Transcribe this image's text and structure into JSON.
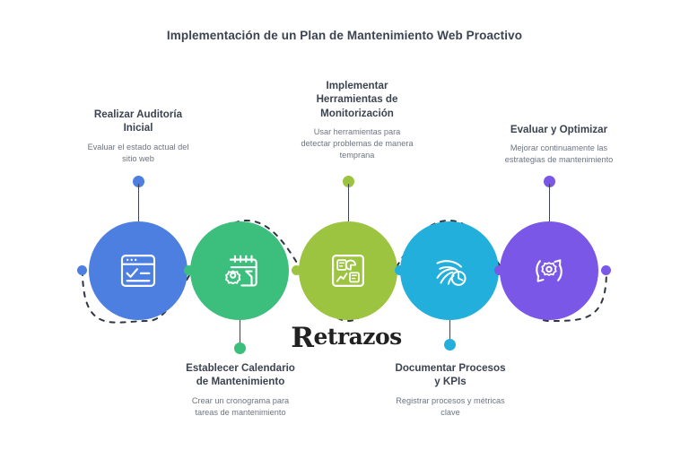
{
  "title": "Implementación de un Plan de Mantenimiento Web Proactivo",
  "watermark": {
    "initial": "R",
    "rest": "etrazos"
  },
  "colors": {
    "blue": "#4C7FE0",
    "green": "#3CBF7D",
    "olive": "#9DC440",
    "cyan": "#23AFDC",
    "purple": "#7B57E8",
    "title_text": "#3c4350",
    "heading_text": "#3c4350",
    "body_text": "#6d7482",
    "stem": "#3f4550",
    "dash": "#2f3542",
    "background": "#ffffff"
  },
  "steps": [
    {
      "index": 1,
      "heading": "Realizar Auditoría\nInicial",
      "description": "Evaluar el estado actual del\nsitio web",
      "color": "#4C7FE0",
      "icon": "browser-checklist-icon",
      "label_position": "above"
    },
    {
      "index": 2,
      "heading": "Establecer Calendario\nde Mantenimiento",
      "description": "Crear un cronograma para\ntareas de mantenimiento",
      "color": "#3CBF7D",
      "icon": "calendar-gear-icon",
      "label_position": "below"
    },
    {
      "index": 3,
      "heading": "Implementar\nHerramientas de\nMonitorización",
      "description": "Usar herramientas para\ndetectar problemas de manera\ntemprana",
      "color": "#9DC440",
      "icon": "dashboard-analytics-icon",
      "label_position": "above"
    },
    {
      "index": 4,
      "heading": "Documentar Procesos\ny KPIs",
      "description": "Registrar procesos y métricas\nclave",
      "color": "#23AFDC",
      "icon": "speed-clock-icon",
      "label_position": "below"
    },
    {
      "index": 5,
      "heading": "Evaluar y Optimizar",
      "description": "Mejorar continuamente las\nestrategias de mantenimiento",
      "color": "#7B57E8",
      "icon": "refresh-gear-icon",
      "label_position": "above"
    }
  ],
  "path_markers": [
    {
      "name": "marker-1",
      "color": "#4C7FE0"
    },
    {
      "name": "marker-2",
      "color": "#3CBF7D"
    },
    {
      "name": "marker-3",
      "color": "#9DC440"
    },
    {
      "name": "marker-4",
      "color": "#23AFDC"
    },
    {
      "name": "marker-5",
      "color": "#7B57E8"
    },
    {
      "name": "marker-6",
      "color": "#7B57E8"
    }
  ]
}
